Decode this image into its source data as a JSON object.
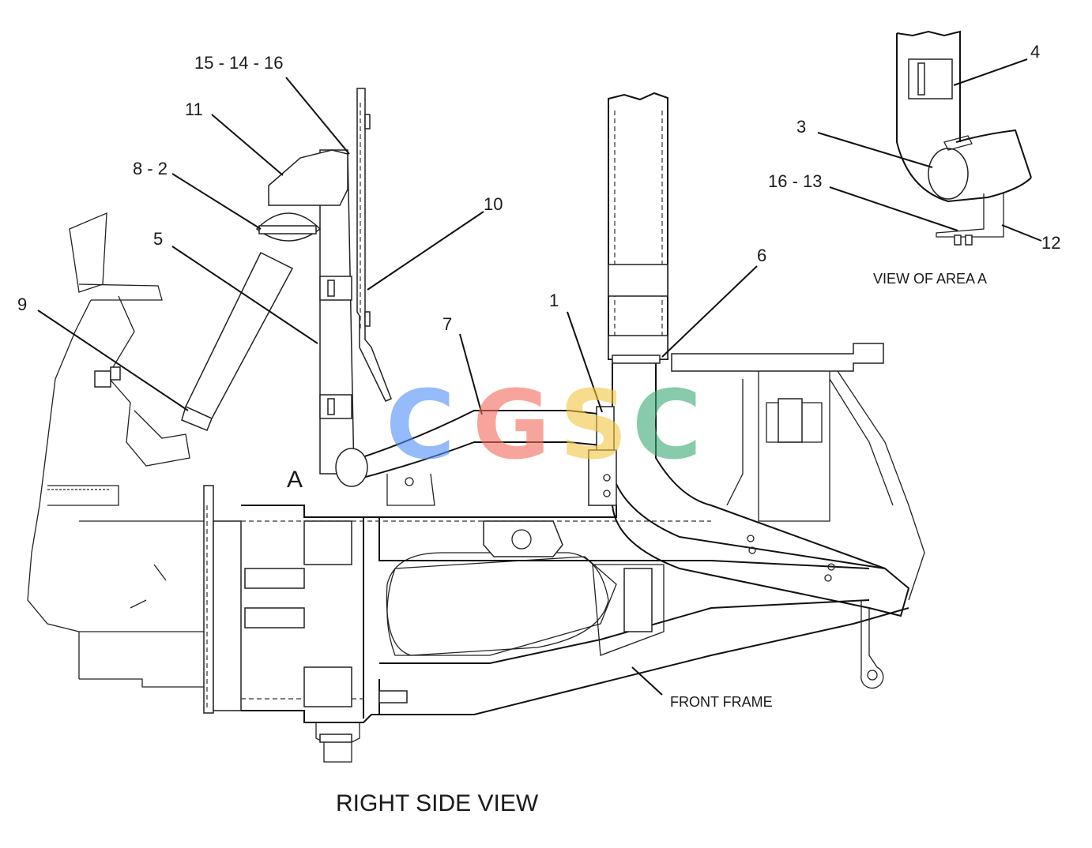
{
  "callouts": {
    "c_15_14_16": "15 - 14 - 16",
    "c_11": "11",
    "c_8_2": "8 - 2",
    "c_5": "5",
    "c_9": "9",
    "c_10": "10",
    "c_7": "7",
    "c_1": "1",
    "c_6": "6",
    "c_4": "4",
    "c_3": "3",
    "c_16_13": "16 - 13",
    "c_12": "12",
    "area_a": "A"
  },
  "labels": {
    "view_of_area_a": "VIEW OF AREA A",
    "front_frame": "FRONT FRAME",
    "right_side_view": "RIGHT SIDE VIEW"
  },
  "watermark": {
    "letters": [
      "C",
      "G",
      "S",
      "C"
    ],
    "colors": [
      "#4f8ff7",
      "#f26b5b",
      "#f5c542",
      "#3aa876"
    ]
  }
}
